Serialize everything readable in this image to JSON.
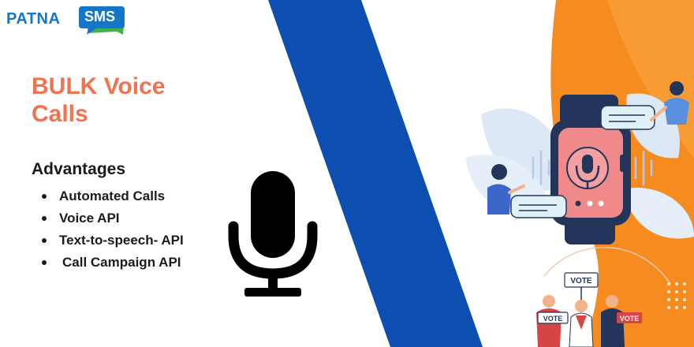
{
  "brand": {
    "word": "PATNA",
    "badge": "SMS",
    "colors": {
      "blue": "#1476c8",
      "green": "#3fb24a"
    }
  },
  "headline": {
    "line1": "BULK Voice",
    "line2": "Calls",
    "color": "#f07350"
  },
  "advantages": {
    "heading": "Advantages",
    "items": [
      "Automated Calls",
      "Voice API",
      "Text-to-speech- API",
      "Call Campaign API"
    ]
  },
  "illustration": {
    "vote_signs": [
      "VOTE",
      "VOTE",
      "VOTE"
    ],
    "icons": [
      "microphone-icon",
      "smartwatch-mic-icon",
      "chat-bubble-icon"
    ]
  },
  "colors": {
    "stripe_blue": "#0d4fb0",
    "accent_orange": "#f68b1f",
    "pale_blue": "#dde8f7"
  }
}
